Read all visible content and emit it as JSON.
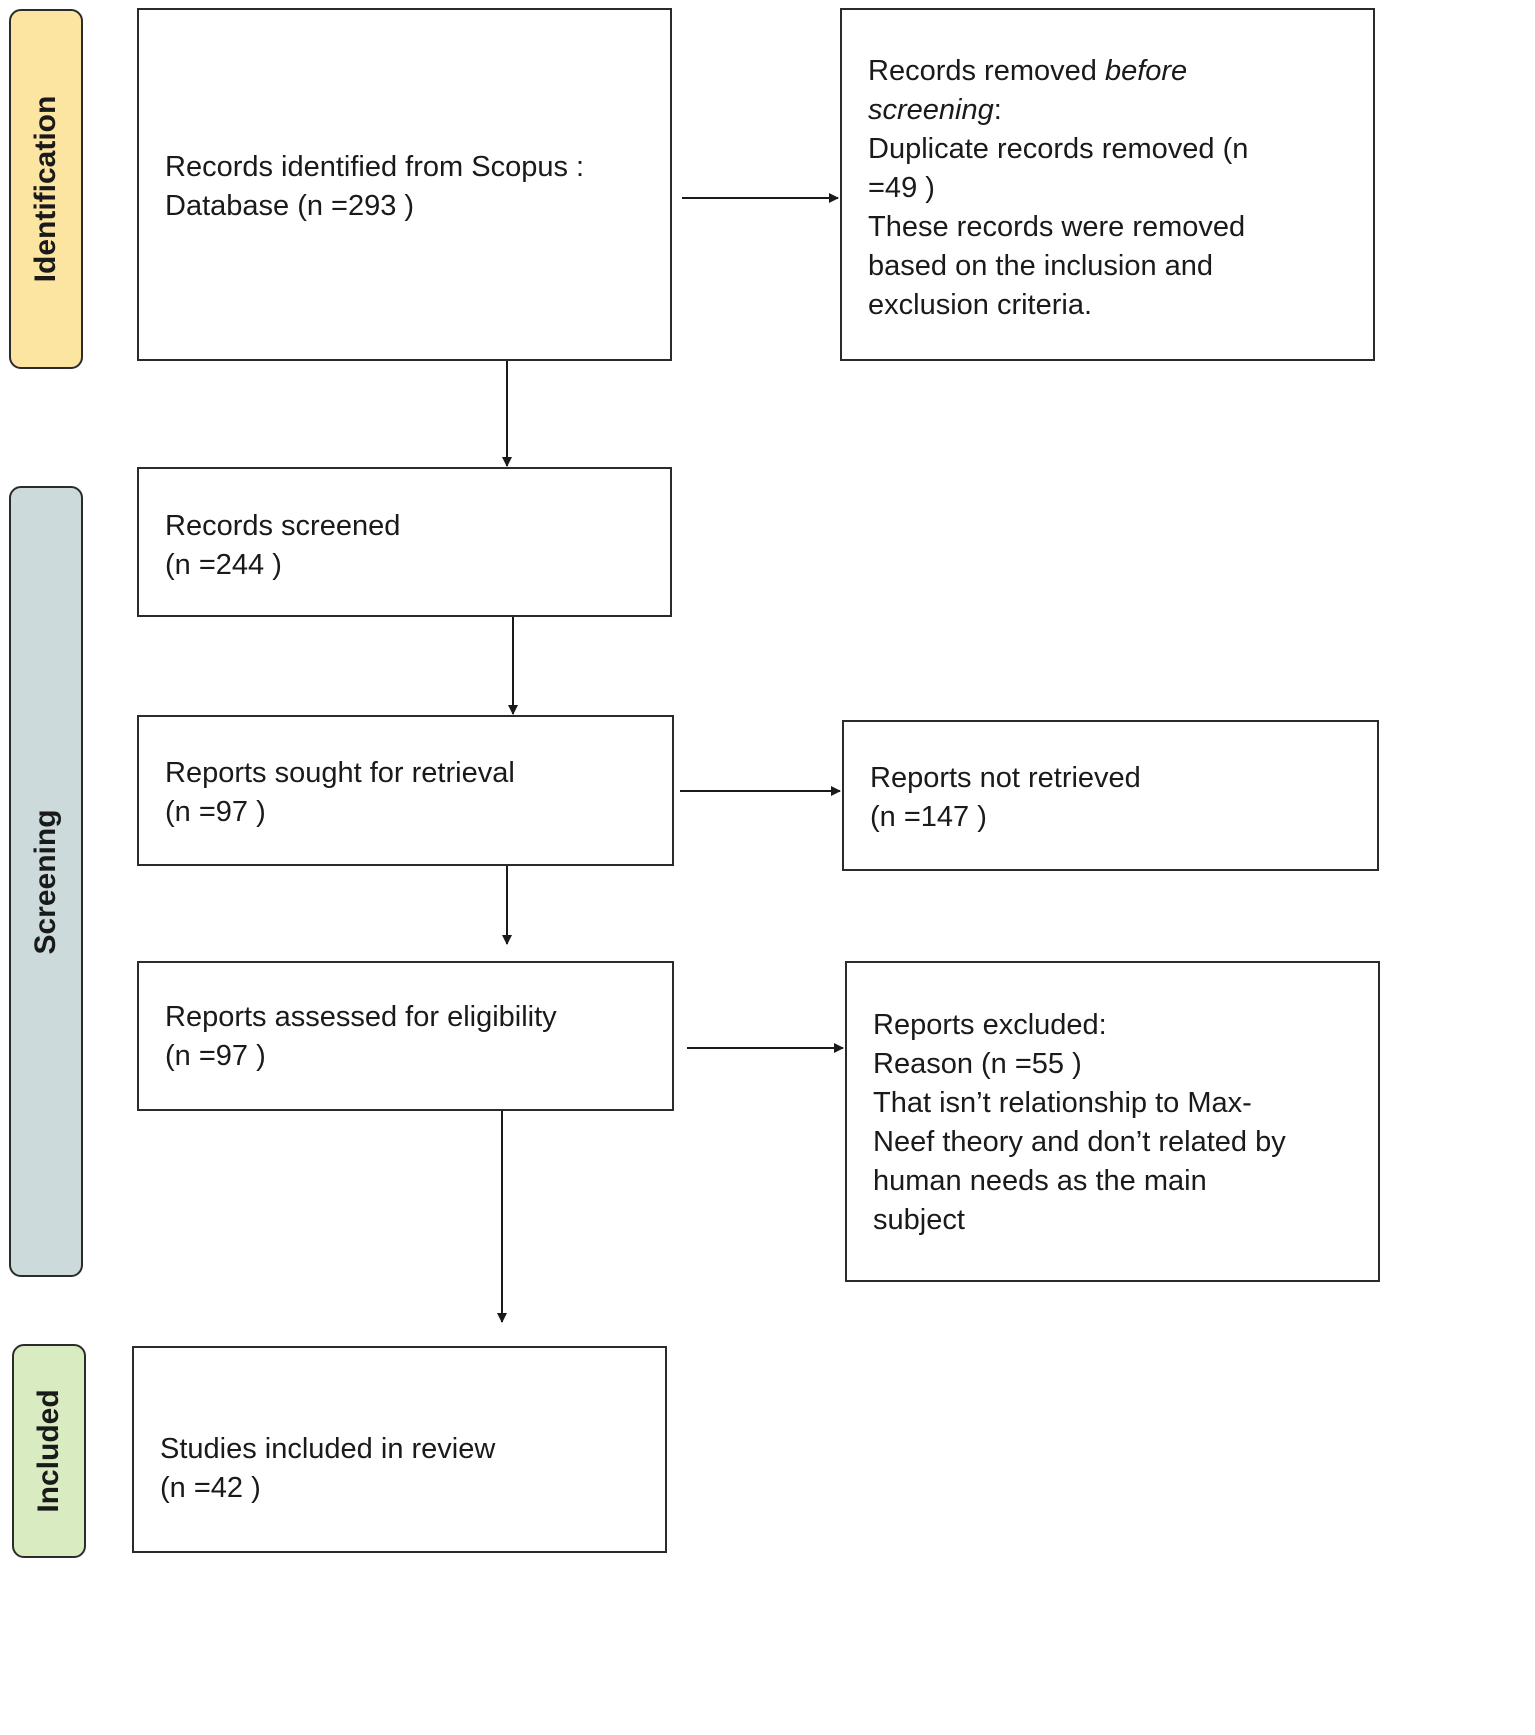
{
  "phases": {
    "identification": {
      "label": "Identification",
      "color": "#fce4a1"
    },
    "screening": {
      "label": "Screening",
      "color": "#cddadb"
    },
    "included": {
      "label": "Included",
      "color": "#d9ebc0"
    }
  },
  "boxes": {
    "records_identified": {
      "line1": "Records identified from Scopus :",
      "line2": "Database (n =293 )"
    },
    "records_removed": {
      "line1_prefix": "Records removed ",
      "line1_italic": "before",
      "line2_italic": "screening",
      "line2_suffix": ":",
      "line3": "Duplicate records removed  (n",
      "line4": "=49 )",
      "line5": "These records were removed",
      "line6": "based on the inclusion and",
      "line7": "exclusion criteria."
    },
    "records_screened": {
      "line1": "Records screened",
      "line2": "(n =244 )"
    },
    "reports_sought": {
      "line1": "Reports sought for retrieval",
      "line2": "(n =97 )"
    },
    "reports_not_retrieved": {
      "line1": "Reports not retrieved",
      "line2": "(n =147 )"
    },
    "reports_assessed": {
      "line1": "Reports assessed for eligibility",
      "line2": "(n =97 )"
    },
    "reports_excluded": {
      "line1": "Reports excluded:",
      "line2": "Reason (n =55 )",
      "line3": "That isn’t relationship to Max-",
      "line4": "Neef theory and don’t related by",
      "line5": "human needs as the main",
      "line6": "subject"
    },
    "studies_included": {
      "line1": "Studies included in review",
      "line2": "(n =42 )"
    }
  }
}
